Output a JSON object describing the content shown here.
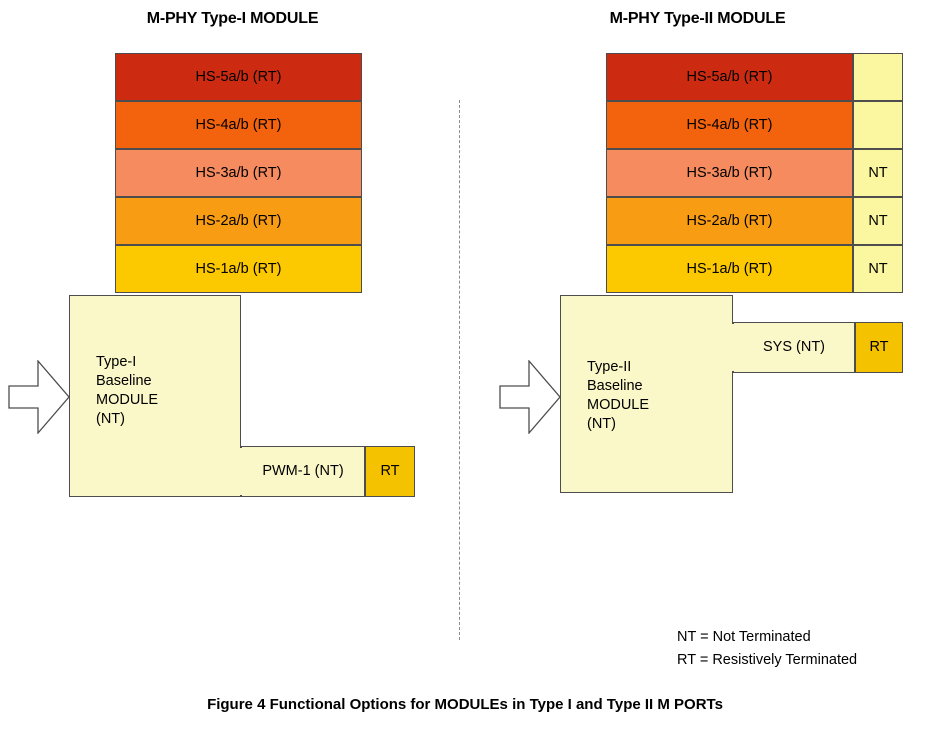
{
  "figure": {
    "caption": "Figure 4 Functional Options for MODULEs in Type I and Type II M PORTs"
  },
  "legend": {
    "nt": "NT = Not Terminated",
    "rt": "RT = Resistively Terminated"
  },
  "colors": {
    "hs5": "#CC2B11",
    "hs4": "#F3620C",
    "hs3": "#F58B5E",
    "hs2": "#F89C14",
    "hs1": "#FCC800",
    "baseline": "#FAF7C8",
    "nt_cell": "#FAF7A0",
    "rt_cell": "#F5C200",
    "outline": "#4d4d4d"
  },
  "left_module": {
    "title": "M-PHY Type-I MODULE",
    "input_arrow": "input-arrow",
    "hs_lanes": [
      {
        "label": "HS-5a/b (RT)",
        "color": "#CC2B11",
        "side_label": ""
      },
      {
        "label": "HS-4a/b (RT)",
        "color": "#F3620C",
        "side_label": ""
      },
      {
        "label": "HS-3a/b (RT)",
        "color": "#F58B5E",
        "side_label": ""
      },
      {
        "label": "HS-2a/b (RT)",
        "color": "#F89C14",
        "side_label": ""
      },
      {
        "label": "HS-1a/b (RT)",
        "color": "#FCC800",
        "side_label": ""
      }
    ],
    "baseline": {
      "label": "Type-I\nBaseline\nMODULE\n(NT)"
    },
    "arm": {
      "label": "PWM-1 (NT)",
      "terminator": "RT"
    }
  },
  "right_module": {
    "title": "M-PHY Type-II MODULE",
    "input_arrow": "input-arrow",
    "hs_lanes": [
      {
        "label": "HS-5a/b (RT)",
        "color": "#CC2B11",
        "side_label": ""
      },
      {
        "label": "HS-4a/b (RT)",
        "color": "#F3620C",
        "side_label": ""
      },
      {
        "label": "HS-3a/b (RT)",
        "color": "#F58B5E",
        "side_label": "NT"
      },
      {
        "label": "HS-2a/b (RT)",
        "color": "#F89C14",
        "side_label": "NT"
      },
      {
        "label": "HS-1a/b (RT)",
        "color": "#FCC800",
        "side_label": "NT"
      }
    ],
    "baseline": {
      "label": "Type-II\nBaseline\nMODULE\n(NT)"
    },
    "arm": {
      "label": "SYS (NT)",
      "terminator": "RT"
    }
  }
}
